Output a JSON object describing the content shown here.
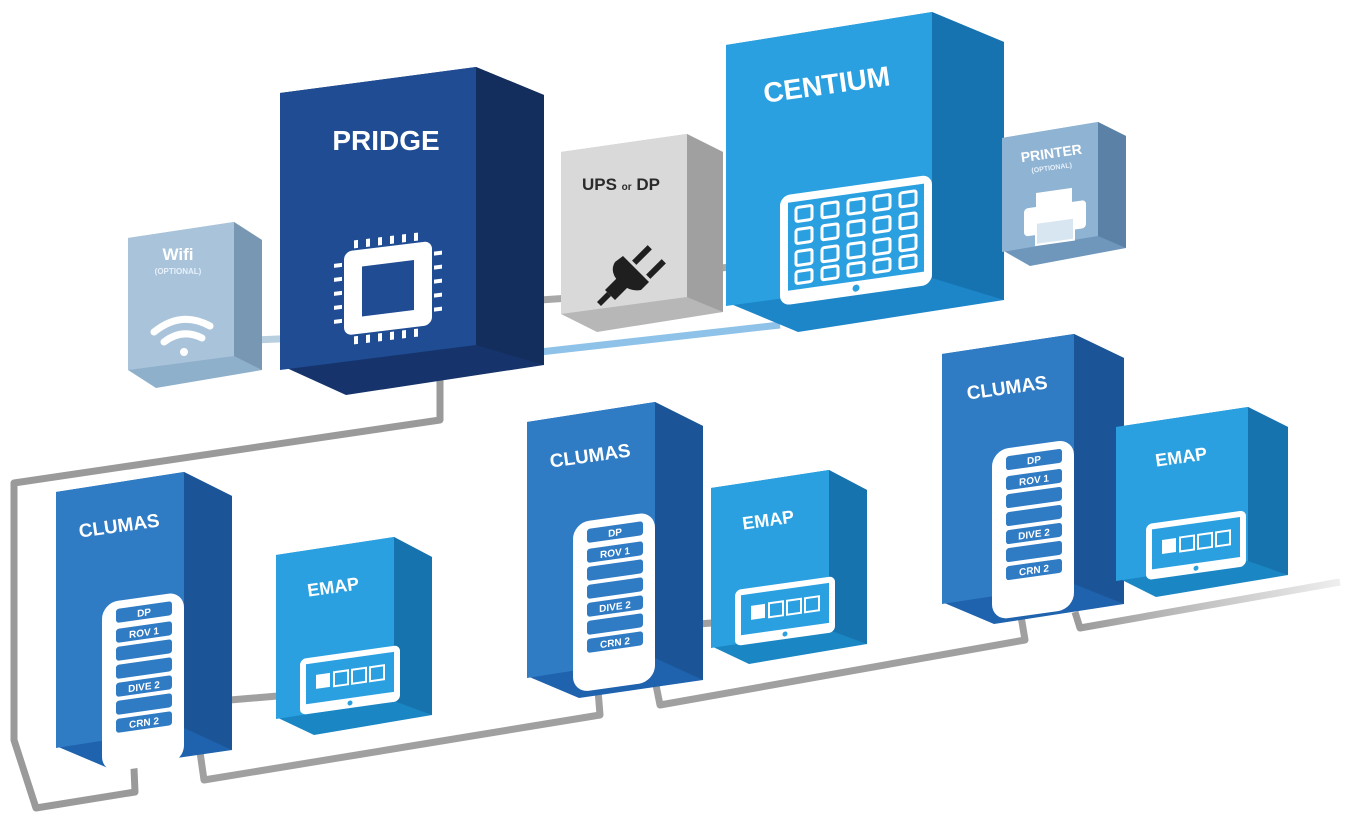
{
  "colors": {
    "navy": "#1c3f7f",
    "blue": "#2f7bc4",
    "cyan": "#2aa0e0",
    "light_blue": "#9fbfd9",
    "silver": "#c9c9c9",
    "cable": "#9a9a9a"
  },
  "nodes": {
    "wifi": {
      "label": "Wifi",
      "sub": "(OPTIONAL)",
      "icon": "wifi-icon"
    },
    "pridge": {
      "label": "PRIDGE",
      "icon": "chip-icon"
    },
    "ups": {
      "label": "UPS",
      "or": "or",
      "label2": "DP",
      "icon": "plug-icon"
    },
    "centium": {
      "label": "CENTIUM",
      "icon": "tablet-grid-icon"
    },
    "printer": {
      "label": "PRINTER",
      "sub": "(OPTIONAL)",
      "icon": "printer-icon"
    },
    "clumas_1": {
      "label": "CLUMAS"
    },
    "clumas_2": {
      "label": "CLUMAS"
    },
    "clumas_3": {
      "label": "CLUMAS"
    },
    "emap_1": {
      "label": "EMAP",
      "icon": "tablet-icon"
    },
    "emap_2": {
      "label": "EMAP",
      "icon": "tablet-icon"
    },
    "emap_3": {
      "label": "EMAP",
      "icon": "tablet-icon"
    }
  },
  "clumas_panel": {
    "header": "DP",
    "rows": [
      "ROV 1",
      "DIVE 2",
      "CRN 2"
    ]
  }
}
